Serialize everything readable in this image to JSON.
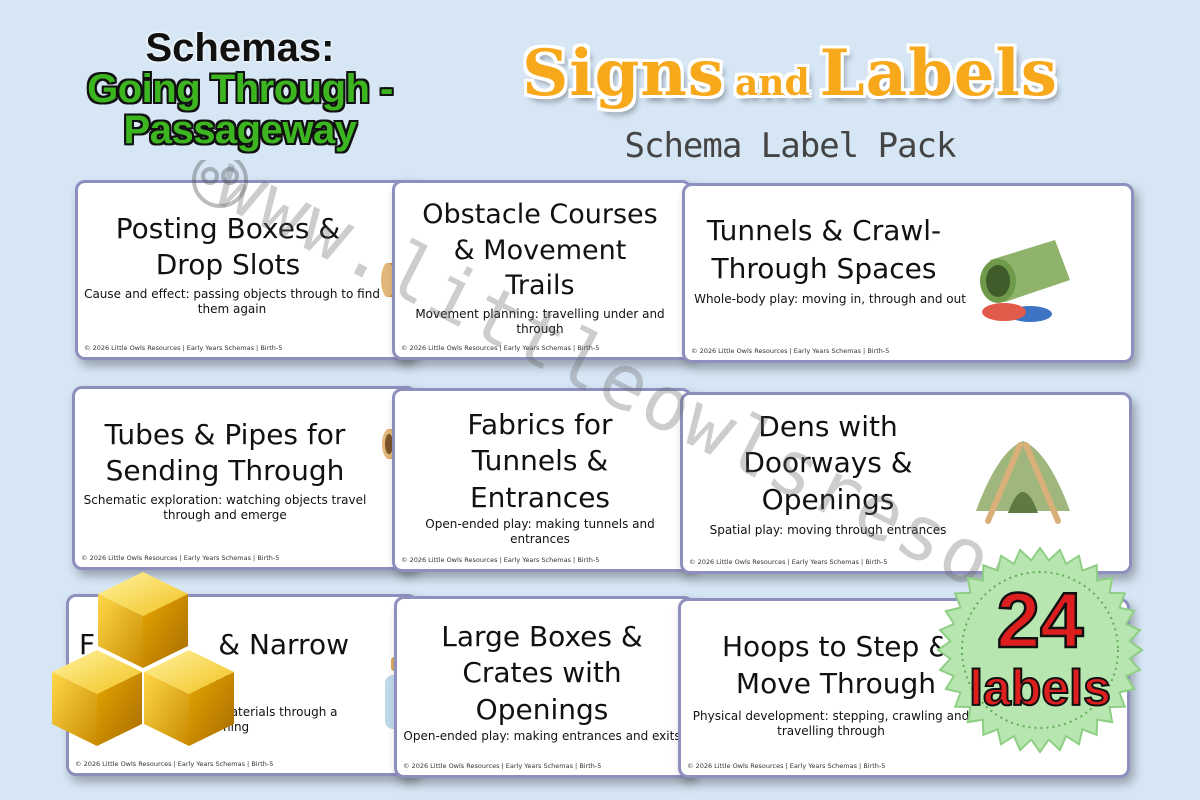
{
  "header": {
    "schema_line1": "Schemas:",
    "schema_line2": "Going Through -",
    "schema_line3": "Passageway",
    "title_word1": "Signs",
    "title_word2": "and",
    "title_word3": "Labels",
    "subtitle": "Schema Label Pack"
  },
  "watermark": "www.littleowlsresources.com",
  "badge": {
    "number": "24",
    "word": "labels",
    "color": "#dd1f1f"
  },
  "footer_text": "© 2026 Little Owls Resources | Early Years Schemas | Birth-5",
  "cards": [
    {
      "title_lines": [
        "Posting Boxes &",
        "Drop Slots"
      ],
      "desc_lines": [
        "Cause and effect: passing objects through to find",
        "them again"
      ]
    },
    {
      "title_lines": [
        "Obstacle Courses",
        "& Movement",
        "Trails"
      ],
      "desc_lines": [
        "Movement planning: travelling under and through"
      ]
    },
    {
      "title_lines": [
        "Tunnels & Crawl-",
        "Through Spaces"
      ],
      "desc_lines": [
        "Whole-body play: moving in, through and out"
      ]
    },
    {
      "title_lines": [
        "Tubes & Pipes for",
        "Sending Through"
      ],
      "desc_lines": [
        "Schematic exploration: watching objects travel",
        "through and emerge"
      ]
    },
    {
      "title_lines": [
        "Fabrics for",
        "Tunnels &",
        "Entrances"
      ],
      "desc_lines": [
        "Open-ended play: making tunnels and entrances"
      ]
    },
    {
      "title_lines": [
        "Dens with",
        "Doorways &",
        "Openings"
      ],
      "desc_lines": [
        "Spatial play: moving through entrances"
      ]
    },
    {
      "title_lines": [
        "F",
        "& Narrow",
        "ngs"
      ],
      "desc_lines": [
        "materials through a",
        "ning"
      ]
    },
    {
      "title_lines": [
        "Large Boxes &",
        "Crates with",
        "Openings"
      ],
      "desc_lines": [
        "Open-ended play: making entrances and exits"
      ]
    },
    {
      "title_lines": [
        "Hoops to Step &",
        "Move Through"
      ],
      "desc_lines": [
        "Physical development: stepping, crawling and",
        "travelling through"
      ]
    }
  ],
  "colors": {
    "background": "#d6e6f5",
    "title_orange": "#f7a81b",
    "schema_green": "#3cb521",
    "card_border": "#8f8fbf",
    "badge_green": "#b8e6b0"
  },
  "icons": [
    "tunnel-icon",
    "fabric-den-icon",
    "gold-cubes-icon",
    "cardboard-tube-icon",
    "owl-watermark-icon"
  ]
}
